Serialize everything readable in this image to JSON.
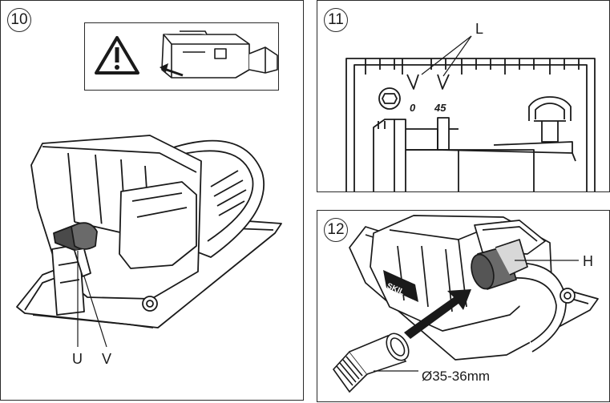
{
  "panels": {
    "p10": {
      "number": "10",
      "labels": {
        "u": "U",
        "v": "V"
      }
    },
    "p11": {
      "number": "11",
      "labels": {
        "l": "L",
        "scale_0": "0",
        "scale_45": "45"
      }
    },
    "p12": {
      "number": "12",
      "labels": {
        "h": "H",
        "hose_diameter": "Ø35-36mm",
        "brand": "SKIL"
      }
    }
  },
  "icons": {
    "warning": "warning-triangle-icon",
    "arrow": "insert-arrow-icon"
  },
  "colors": {
    "line": "#1a1a1a",
    "fill": "#ffffff",
    "shade": "#d8d8d8"
  }
}
